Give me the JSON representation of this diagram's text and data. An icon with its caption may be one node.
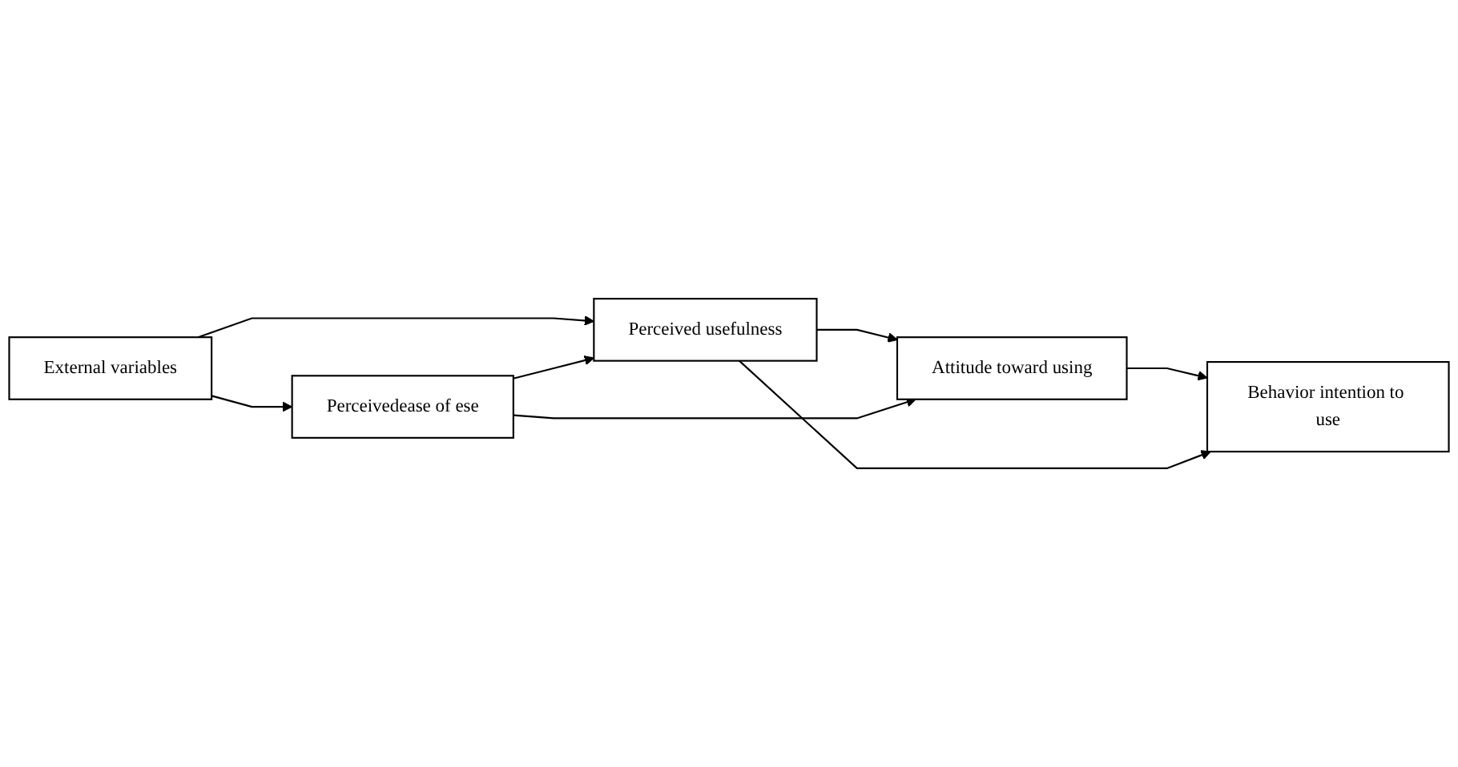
{
  "diagram": {
    "nodes": [
      {
        "text": [
          "External variables"
        ]
      },
      {
        "text": [
          "Perceived usefulness"
        ]
      },
      {
        "text": [
          "Perceivedease of ese"
        ]
      },
      {
        "text": [
          "Attitude toward using"
        ]
      },
      {
        "text": [
          "Behavior intention to use"
        ]
      }
    ],
    "edges": [
      {
        "from": 0,
        "to": 1,
        "arrow": "to"
      },
      {
        "from": 0,
        "to": 2,
        "arrow": "to"
      },
      {
        "from": 2,
        "to": 1,
        "arrow": "to"
      },
      {
        "from": 1,
        "to": 3,
        "arrow": "to"
      },
      {
        "from": 2,
        "to": 3,
        "arrow": "to"
      },
      {
        "from": 3,
        "to": 4,
        "arrow": "to"
      },
      {
        "from": 1,
        "to": 4,
        "arrow": "to"
      }
    ]
  }
}
